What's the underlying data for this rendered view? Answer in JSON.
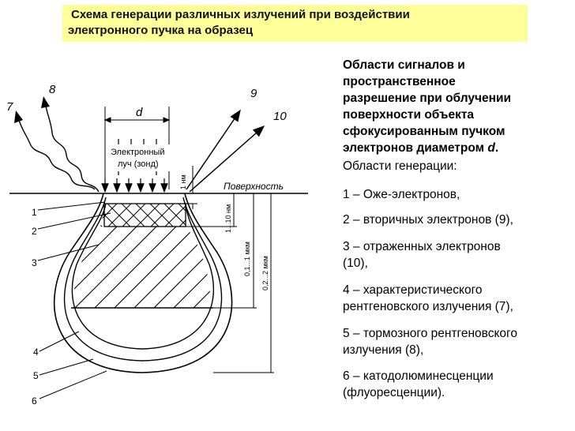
{
  "title": {
    "line1": "Схема генерации различных излучений при воздействии",
    "line2": "электронного пучка на образец"
  },
  "diagram": {
    "labels": {
      "n7": "7",
      "n8": "8",
      "n9": "9",
      "n10": "10",
      "d": "d",
      "beam1": "Электронный",
      "beam2": "луч (зонд)",
      "nm1": "1 нм",
      "surface": "Поверхность",
      "nm10": "1...10 нм",
      "mkm1": "0,1...1 мкм",
      "mkm2": "0,2...2 мкм",
      "r1": "1",
      "r2": "2",
      "r3": "3",
      "r4": "4",
      "r5": "5",
      "r6": "6"
    }
  },
  "legend": {
    "heading": [
      "Области сигналов и",
      "пространственное",
      "разрешение при облучении",
      "поверхности объекта",
      "сфокусированным пучком"
    ],
    "heading_last_prefix": "электронов диаметром ",
    "heading_last_italic": "d",
    "heading_last_suffix": ".",
    "subheading": "Области генерации:",
    "items": [
      [
        "1 – Оже-электронов,"
      ],
      [
        "2 – вторичных электронов (9),"
      ],
      [
        "3 – отраженных электронов",
        "(10),"
      ],
      [
        "4 – характеристического",
        "рентгеновского излучения (7),"
      ],
      [
        "5 – тормозного рентгеновского",
        "излучения (8),"
      ],
      [
        "6 – катодолюминесценции",
        "(флуоресценции)."
      ]
    ]
  }
}
